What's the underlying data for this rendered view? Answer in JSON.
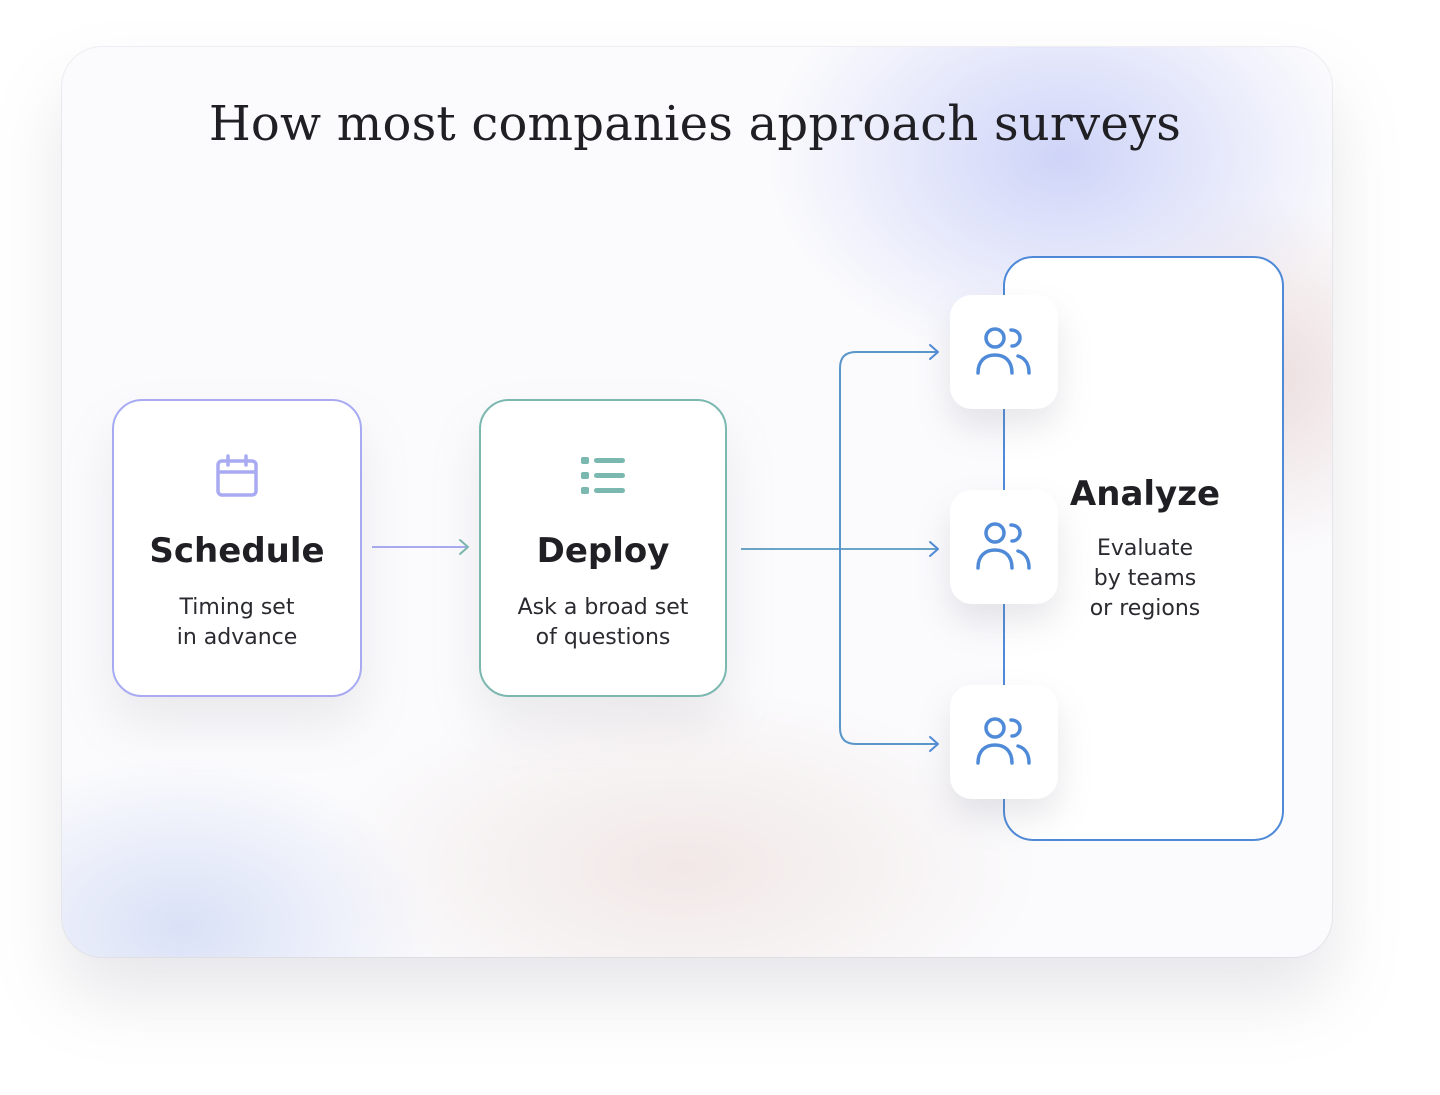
{
  "title": "How most companies approach surveys",
  "steps": {
    "schedule": {
      "icon": "calendar-icon",
      "heading": "Schedule",
      "desc_line1": "Timing set",
      "desc_line2": "in advance",
      "color": "#a8abf2"
    },
    "deploy": {
      "icon": "list-icon",
      "heading": "Deploy",
      "desc_line1": "Ask a broad set",
      "desc_line2": "of questions",
      "color": "#7ab8b0"
    },
    "analyze": {
      "icon": "users-icon",
      "heading": "Analyze",
      "desc_line1": "Evaluate",
      "desc_line2": "by teams",
      "desc_line3": "or regions",
      "color": "#4f8ad8"
    }
  },
  "team_tiles": [
    "users-icon",
    "users-icon",
    "users-icon"
  ]
}
